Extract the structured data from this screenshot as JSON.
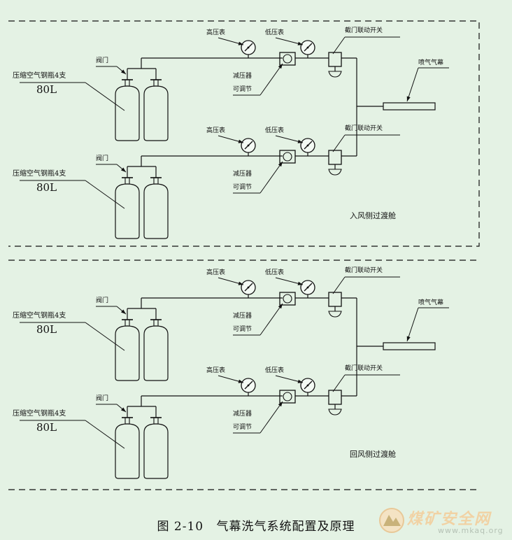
{
  "sections": [
    {
      "units": [
        {
          "cylinder_label_line1": "压缩空气钢瓶4支",
          "cylinder_label_line2": "80L",
          "valve_label": "阀门",
          "high_gauge_label": "高压表",
          "low_gauge_label": "低压表",
          "regulator_label_line1": "减压器",
          "regulator_label_line2": "可调节",
          "switch_label": "截门联动开关"
        },
        {
          "cylinder_label_line1": "压缩空气钢瓶4支",
          "cylinder_label_line2": "80L",
          "valve_label": "阀门",
          "high_gauge_label": "高压表",
          "low_gauge_label": "低压表",
          "regulator_label_line1": "减压器",
          "regulator_label_line2": "可调节",
          "switch_label": "截门联动开关"
        }
      ],
      "nozzle_label": "喷气气幕",
      "section_label": "入风侧过渡舱"
    },
    {
      "units": [
        {
          "cylinder_label_line1": "压缩空气钢瓶4支",
          "cylinder_label_line2": "80L",
          "valve_label": "阀门",
          "high_gauge_label": "高压表",
          "low_gauge_label": "低压表",
          "regulator_label_line1": "减压器",
          "regulator_label_line2": "可调节",
          "switch_label": "截门联动开关"
        },
        {
          "cylinder_label_line1": "压缩空气钢瓶4支",
          "cylinder_label_line2": "80L",
          "valve_label": "阀门",
          "high_gauge_label": "高压表",
          "low_gauge_label": "低压表",
          "regulator_label_line1": "减压器",
          "regulator_label_line2": "可调节",
          "switch_label": "截门联动开关"
        }
      ],
      "nozzle_label": "喷气气幕",
      "section_label": "回风侧过渡舱"
    }
  ],
  "caption": {
    "figure_no": "图 2-10",
    "title": "气幕洗气系统配置及原理"
  },
  "watermark": {
    "text": "煤矿安全网",
    "url": "www.mkaq.org"
  },
  "colors": {
    "background": "#e4f2e4",
    "line": "#111111"
  }
}
